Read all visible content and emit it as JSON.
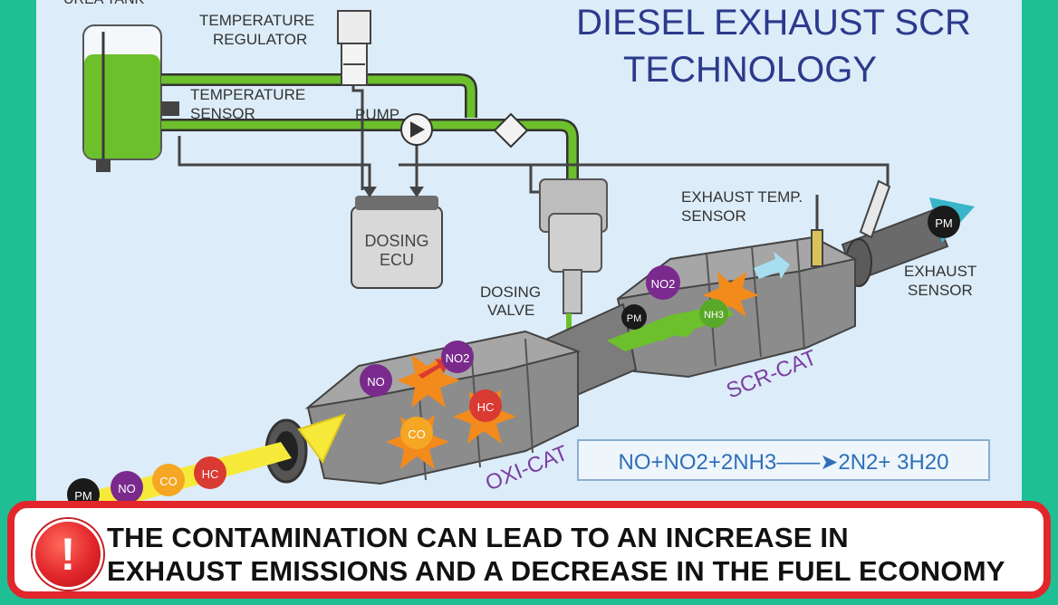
{
  "diagram": {
    "title_line1": "DIESEL EXHAUST SCR",
    "title_line2": "TECHNOLOGY",
    "tank_label": "UREA TANK",
    "temp_regulator": [
      "TEMPERATURE",
      "REGULATOR"
    ],
    "temp_sensor": [
      "TEMPERATURE",
      "SENSOR"
    ],
    "pump": "PUMP",
    "dosing_ecu": [
      "DOSING",
      "ECU"
    ],
    "dosing_valve": [
      "DOSING",
      "VALVE"
    ],
    "exhaust_temp_sensor": [
      "EXHAUST TEMP.",
      "SENSOR"
    ],
    "exhaust_sensor": [
      "EXHAUST",
      "SENSOR"
    ],
    "oxi_cat": "OXI-CAT",
    "scr_cat": "SCR-CAT",
    "equation": "NO+NO2+2NH3——➤2N2+ 3H20",
    "inlet_molecules": [
      "PM",
      "NO",
      "CO",
      "HC"
    ],
    "oxi_molecules": [
      "NO",
      "NO2",
      "HC",
      "CO"
    ],
    "scr_molecules": [
      "NO2",
      "PM",
      "NH3"
    ],
    "outlet_molecule": "PM",
    "colors": {
      "urea": "#6cc02b",
      "title": "#2b3a8c",
      "no": "#7a2a8c",
      "co": "#f5a623",
      "hc": "#d93a32",
      "pm": "#1a1a1a"
    }
  },
  "banner": {
    "icon": "exclamation-icon",
    "line1": "THE CONTAMINATION CAN LEAD TO AN INCREASE IN",
    "line2": "EXHAUST EMISSIONS AND A DECREASE IN THE FUEL ECONOMY"
  }
}
